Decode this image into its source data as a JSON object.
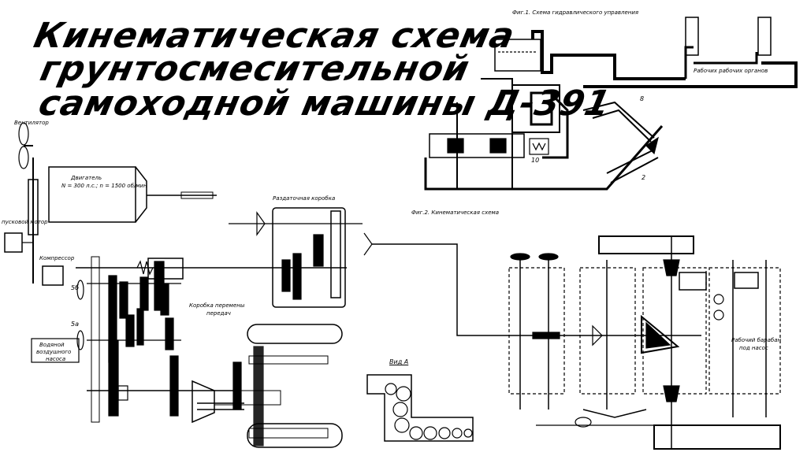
{
  "title": {
    "line1": "Кинематическая схема",
    "line2": "грунтосмесительной",
    "line3": "самоходной машины  Д-391"
  },
  "figures": {
    "fig1_caption": "Фиг.1. Схема гидравлического управления",
    "fig2_caption": "Фиг.2. Кинематическая схема",
    "view_a": "Вид А"
  },
  "labels": {
    "fan": "Вентилятор",
    "engine_line1": "Двигатель",
    "engine_line2": "N = 300 л.с.;  n = 1500 об/мин",
    "transfer_box": "Раздаточная коробка",
    "starter": "пусковой мотор",
    "compressor": "Компрессор",
    "gearbox_line1": "Коробка перемены",
    "gearbox_line2": "передач",
    "water_pump_line1": "Водяной",
    "water_pump_line2": "воздушного",
    "water_pump_line3": "насоса",
    "working_organs": "Рабочих рабочих органов",
    "working_drum_line1": "Рабочий барабан",
    "working_drum_line2": "под насос",
    "num_8": "8",
    "num_2": "2",
    "num_10": "10",
    "num_5b": "5б",
    "num_5a": "5а"
  },
  "colors": {
    "ink": "#000000",
    "paper": "#ffffff"
  }
}
